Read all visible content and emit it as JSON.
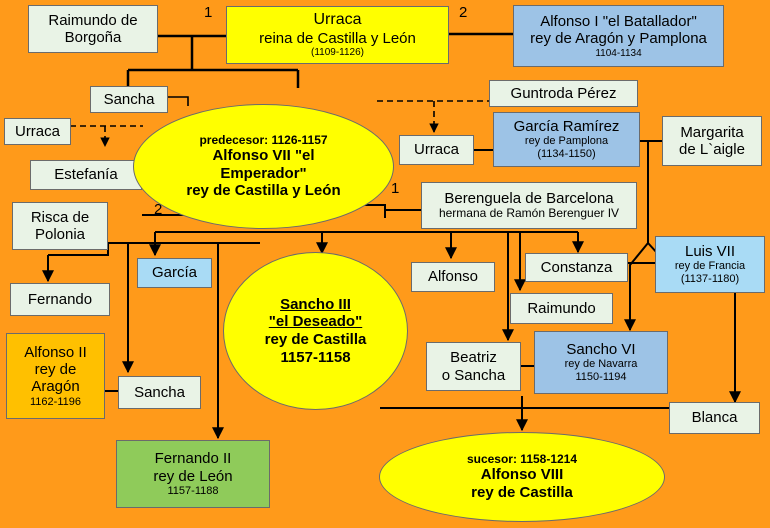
{
  "numbers": {
    "one": "1",
    "two": "2"
  },
  "raimundo": {
    "line1": "Raimundo de",
    "line2": "Borgoña"
  },
  "urraca_main": {
    "name": "Urraca",
    "title": "reina de Castilla y León",
    "dates": "(1109-1126)"
  },
  "alfonso1": {
    "name": "Alfonso I \"el Batallador\"",
    "title": "rey de Aragón y Pamplona",
    "dates": "1104-1134"
  },
  "sancha_top": "Sancha",
  "guntroda": "Guntroda Pérez",
  "urraca_left": "Urraca",
  "estefania": "Estefanía",
  "alfonso7": {
    "predecessor": "predecesor: 1126-1157",
    "line1": "Alfonso VII \"el",
    "line2": "Emperador\"",
    "line3": "rey de Castilla y León"
  },
  "urraca_right": "Urraca",
  "garcia_ramirez": {
    "name": "García Ramírez",
    "title": "rey de Pamplona",
    "dates": "(1134-1150)"
  },
  "margarita": {
    "line1": "Margarita",
    "line2": "de L`aigle"
  },
  "risca": {
    "line1": "Risca de",
    "line2": "Polonia"
  },
  "berenguela": {
    "name": "Berenguela de Barcelona",
    "subtitle": "hermana de Ramón Berenguer IV"
  },
  "garcia": "García",
  "alfonso_child": "Alfonso",
  "constanza": "Constanza",
  "luis7": {
    "name": "Luis VII",
    "title": "rey de Francia",
    "dates": "(1137-1180)"
  },
  "fernando": "Fernando",
  "sancho3": {
    "line1": "Sancho III",
    "line2": "\"el Deseado\"",
    "line3": "rey de Castilla",
    "line4": "1157-1158"
  },
  "raimundo_child": "Raimundo",
  "alfonso2": {
    "line1": "Alfonso II",
    "line2": "rey de",
    "line3": "Aragón",
    "dates": "1162-1196"
  },
  "beatriz": {
    "line1": "Beatriz",
    "line2": "o Sancha"
  },
  "sancho6": {
    "name": "Sancho VI",
    "title": "rey de Navarra",
    "dates": "1150-1194"
  },
  "sancha_bottom": "Sancha",
  "blanca": "Blanca",
  "fernando2": {
    "line1": "Fernando II",
    "line2": "rey de León",
    "dates": "1157-1188"
  },
  "alfonso8": {
    "successor": "sucesor: 1158-1214",
    "line1": "Alfonso VIII",
    "line2": "rey de Castilla"
  },
  "colors": {
    "background": "#FF9A1A",
    "yellow": "#FFFF00",
    "blue": "#9DC3E6",
    "mint": "#E9F3E6",
    "gold": "#FFC000",
    "green": "#8FCB5A"
  }
}
